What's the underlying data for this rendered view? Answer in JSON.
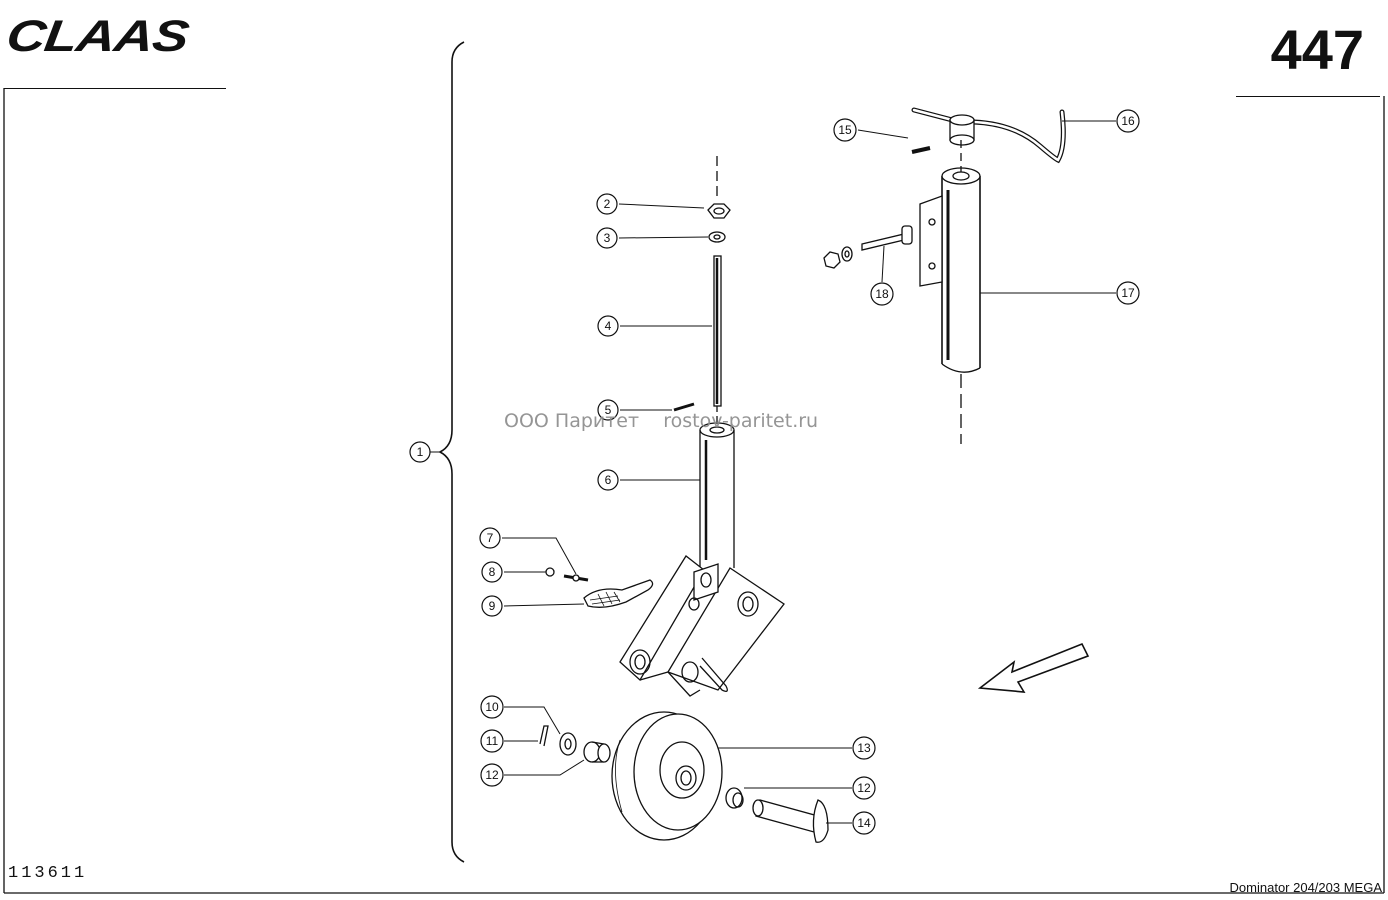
{
  "header": {
    "brand": "CLAAS",
    "page_number": "447"
  },
  "footer": {
    "document_number": "113611",
    "model": "Dominator 204/203 MEGA"
  },
  "watermark": {
    "text": "ООО Паритет    rostov-paritet.ru"
  },
  "diagram": {
    "callouts": [
      "1",
      "2",
      "3",
      "4",
      "5",
      "6",
      "7",
      "8",
      "9",
      "10",
      "11",
      "12",
      "12",
      "13",
      "14",
      "15",
      "16",
      "17",
      "18"
    ]
  }
}
